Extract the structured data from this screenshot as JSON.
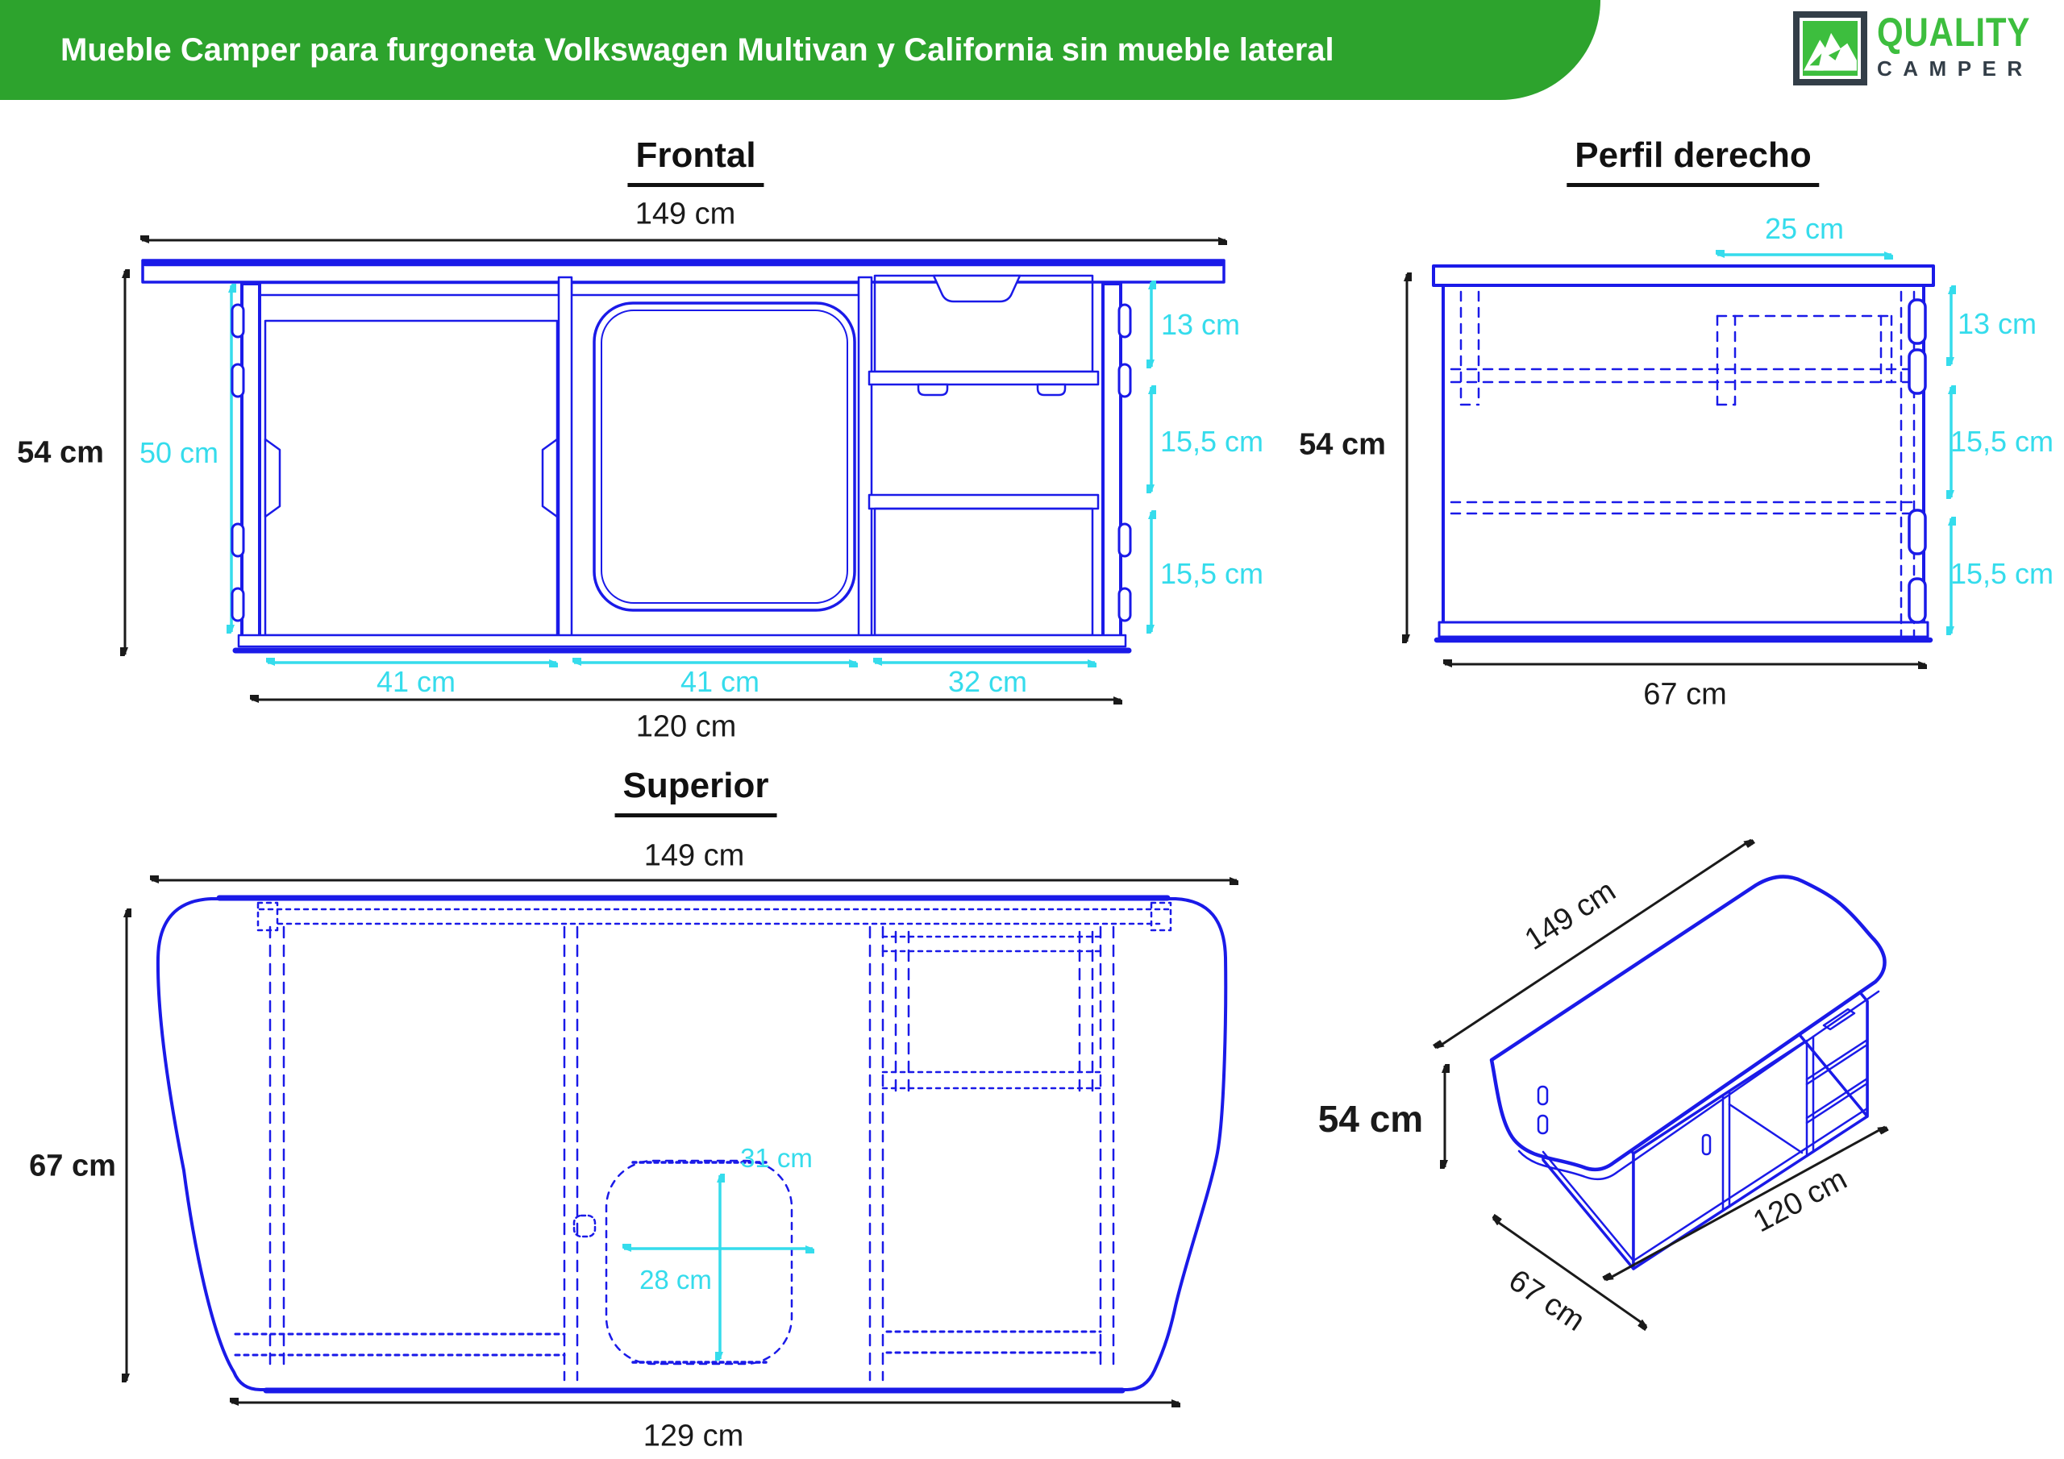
{
  "header": {
    "title": "Mueble Camper para furgoneta Volkswagen Multivan y California sin mueble lateral"
  },
  "logo": {
    "brand_top": "QUALITY",
    "brand_bottom": "CAMPER"
  },
  "colors": {
    "header_green": "#2DA32D",
    "logo_green": "#3DBE3E",
    "logo_navy": "#333E48",
    "drawing_blue": "#1A1AE8",
    "dimension_cyan": "#35DCEC",
    "text_black": "#1A1A1A"
  },
  "views": {
    "frontal": {
      "title": "Frontal",
      "dims": {
        "total_width": "149 cm",
        "total_height": "54 cm",
        "inner_height": "50 cm",
        "drawer_top": "13 cm",
        "drawer_middle": "15,5 cm",
        "drawer_bottom": "15,5 cm",
        "section_left": "41 cm",
        "section_center": "41 cm",
        "section_right": "32 cm",
        "body_width": "120 cm"
      }
    },
    "perfil": {
      "title": "Perfil derecho",
      "dims": {
        "drawer_depth": "25 cm",
        "total_height": "54 cm",
        "drawer_top": "13 cm",
        "drawer_middle": "15,5 cm",
        "drawer_bottom": "15,5 cm",
        "total_depth": "67 cm"
      }
    },
    "superior": {
      "title": "Superior",
      "dims": {
        "total_width": "149 cm",
        "total_depth": "67 cm",
        "sink_length": "31 cm",
        "sink_width": "28 cm",
        "body_width": "129 cm"
      }
    },
    "isometric": {
      "dims": {
        "width": "149 cm",
        "height": "54 cm",
        "depth": "67 cm",
        "body_width": "120 cm"
      }
    }
  }
}
